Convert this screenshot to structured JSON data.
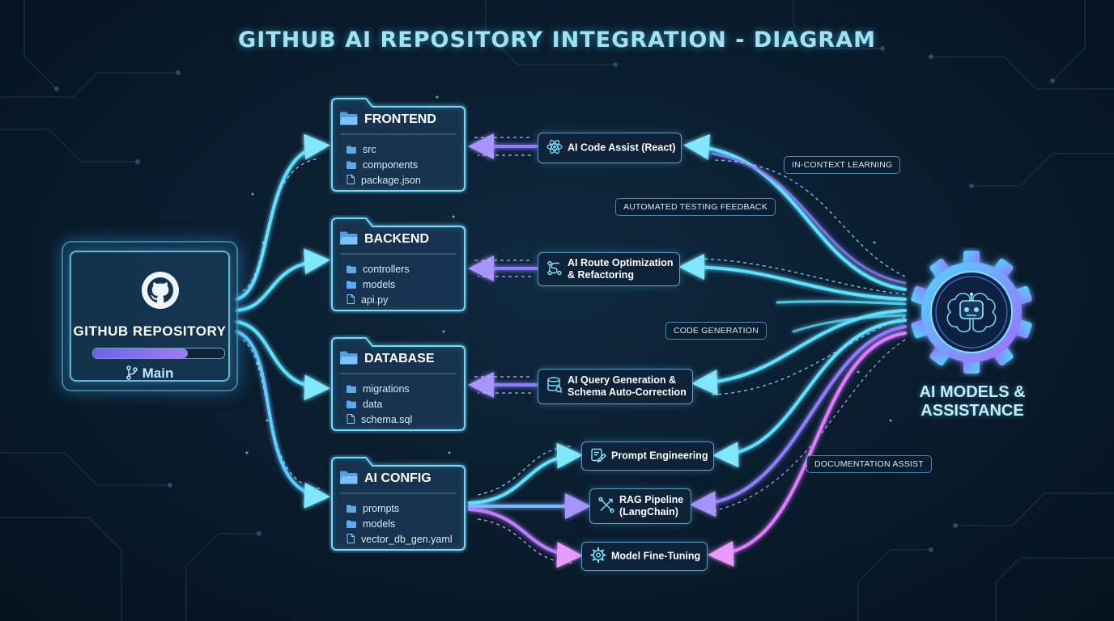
{
  "title": "GITHUB AI REPOSITORY INTEGRATION - DIAGRAM",
  "repository": {
    "title": "GITHUB REPOSITORY",
    "branch": "Main",
    "icon": "github-icon",
    "progress": 0.72
  },
  "folders": [
    {
      "id": "frontend",
      "title": "FRONTEND",
      "items": [
        {
          "label": "src",
          "icon": "folder-icon"
        },
        {
          "label": "components",
          "icon": "folder-icon"
        },
        {
          "label": "package.json",
          "icon": "file-icon"
        }
      ]
    },
    {
      "id": "backend",
      "title": "BACKEND",
      "items": [
        {
          "label": "controllers",
          "icon": "folder-icon"
        },
        {
          "label": "models",
          "icon": "folder-icon"
        },
        {
          "label": "api.py",
          "icon": "file-icon"
        }
      ]
    },
    {
      "id": "database",
      "title": "DATABASE",
      "items": [
        {
          "label": "migrations",
          "icon": "folder-icon"
        },
        {
          "label": "data",
          "icon": "folder-icon"
        },
        {
          "label": "schema.sql",
          "icon": "file-icon"
        }
      ]
    },
    {
      "id": "ai-config",
      "title": "AI CONFIG",
      "items": [
        {
          "label": "prompts",
          "icon": "folder-icon"
        },
        {
          "label": "models",
          "icon": "folder-icon"
        },
        {
          "label": "vector_db_gen.yaml",
          "icon": "file-icon"
        }
      ]
    }
  ],
  "assists": [
    {
      "id": "code-assist",
      "icon": "react-icon",
      "lines": [
        "AI Code Assist (React)"
      ]
    },
    {
      "id": "route-optimization",
      "icon": "route-icon",
      "lines": [
        "AI Route Optimization",
        "& Refactoring"
      ]
    },
    {
      "id": "query-generation",
      "icon": "database-icon",
      "lines": [
        "AI Query Generation &",
        "Schema Auto-Correction"
      ]
    },
    {
      "id": "prompt-engineering",
      "icon": "pen-icon",
      "lines": [
        "Prompt Engineering"
      ]
    },
    {
      "id": "rag-pipeline",
      "icon": "pipeline-icon",
      "lines": [
        "RAG Pipeline",
        "(LangChain)"
      ]
    },
    {
      "id": "fine-tuning",
      "icon": "gear-small-icon",
      "lines": [
        "Model Fine-Tuning"
      ]
    }
  ],
  "tags": {
    "in_context": "IN-CONTEXT LEARNING",
    "testing": "AUTOMATED TESTING FEEDBACK",
    "code_gen": "CODE GENERATION",
    "docs": "DOCUMENTATION ASSIST"
  },
  "ai_hub": {
    "line1": "AI MODELS &",
    "line2": "ASSISTANCE",
    "icon": "ai-brain-gear-icon"
  },
  "colors": {
    "cyan": "#5fe0ff",
    "violet": "#8f7cff",
    "magenta": "#e07bff",
    "panel": "#12304a",
    "text": "#ffffff"
  }
}
